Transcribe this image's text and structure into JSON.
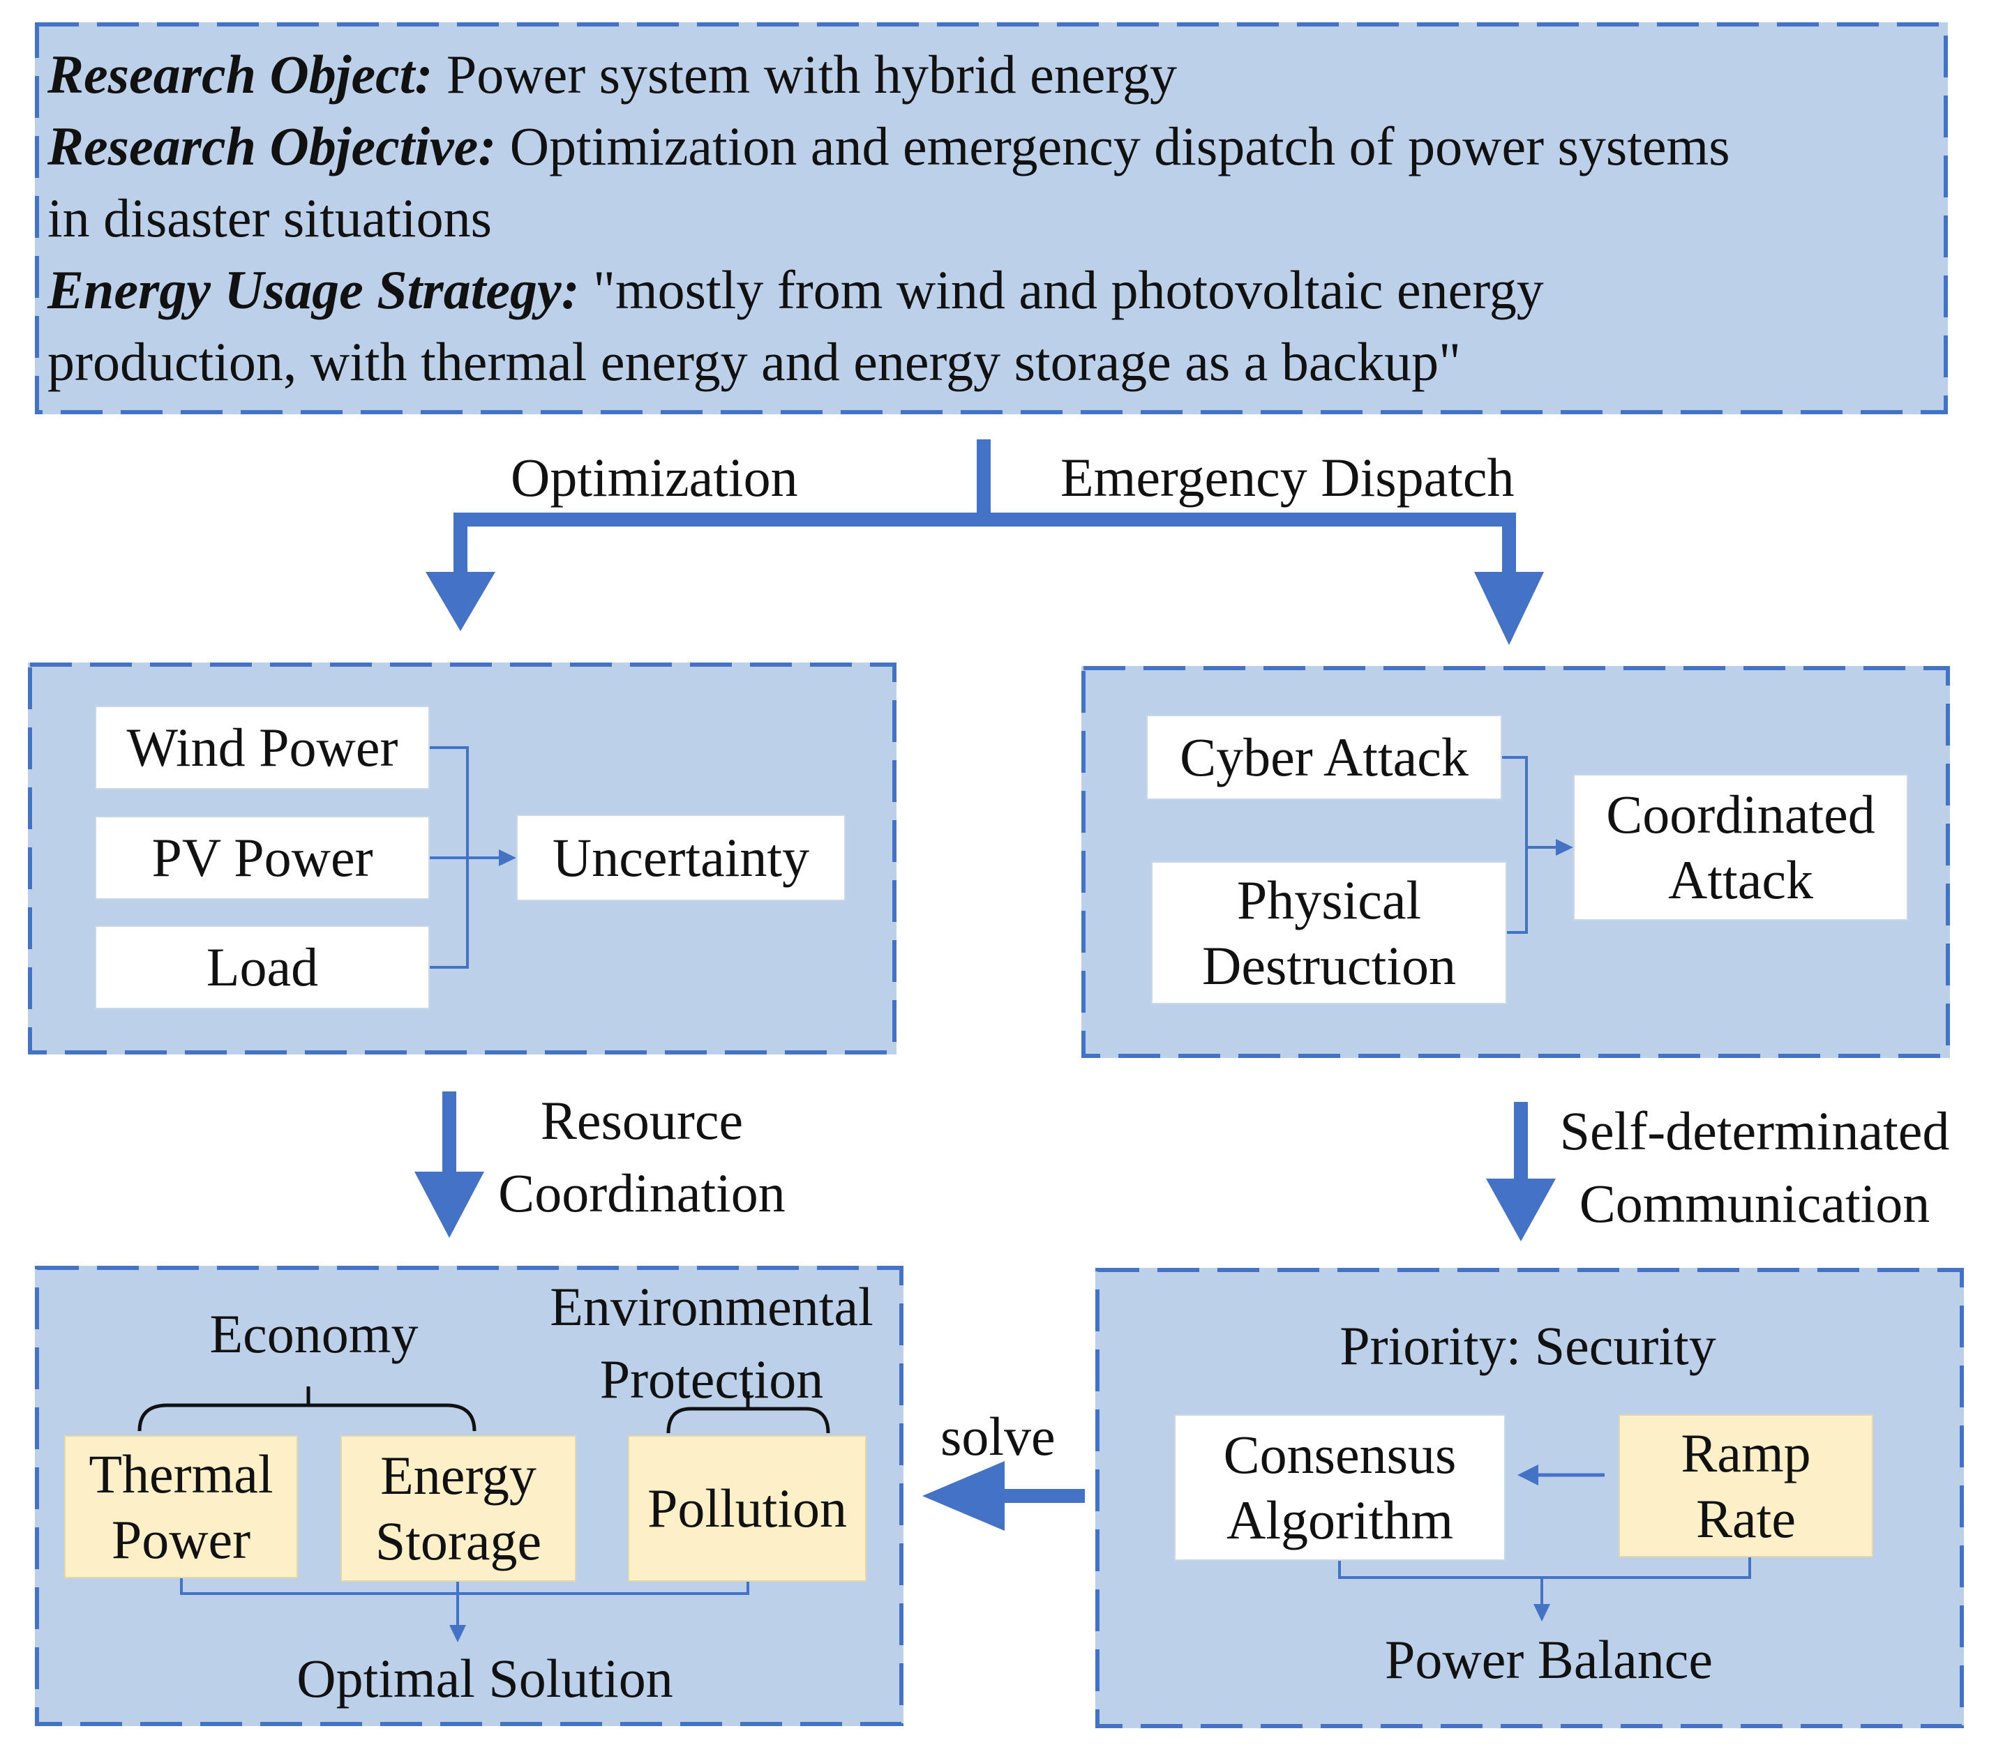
{
  "header": {
    "object_label": "Research Object:",
    "object_text": " Power system with hybrid energy",
    "objective_label": "Research Objective:",
    "objective_text": " Optimization and emergency dispatch of power systems",
    "objective_text_2": "in disaster situations",
    "strategy_label": "Energy Usage Strategy:",
    "strategy_text": " \"mostly from wind and photovoltaic energy",
    "strategy_text_2": "production, with thermal energy and energy storage as a backup\""
  },
  "branches": {
    "left": "Optimization",
    "right": "Emergency Dispatch"
  },
  "uncertainty_panel": {
    "inputs": [
      "Wind Power",
      "PV Power",
      "Load"
    ],
    "output": "Uncertainty"
  },
  "attack_panel": {
    "cyber": "Cyber Attack",
    "physical": [
      "Physical",
      "Destruction"
    ],
    "coordinated": [
      "Coordinated",
      "Attack"
    ]
  },
  "transitions": {
    "left": [
      "Resource",
      "Coordination"
    ],
    "right": [
      "Self-determinated",
      "Communication"
    ],
    "solve": "solve"
  },
  "optimization_panel": {
    "economy": "Economy",
    "environment": [
      "Environmental",
      "Protection"
    ],
    "thermal": [
      "Thermal",
      "Power"
    ],
    "storage": [
      "Energy",
      "Storage"
    ],
    "pollution": "Pollution",
    "result": "Optimal Solution"
  },
  "security_panel": {
    "priority": "Priority: Security",
    "consensus": [
      "Consensus",
      "Algorithm"
    ],
    "ramp": [
      "Ramp",
      "Rate"
    ],
    "result": "Power Balance"
  },
  "colors": {
    "panel_fill": "#bcd0ea",
    "dash_border": "#4472c4",
    "arrow": "#4472c4",
    "highlight_box": "#fdf0c8"
  }
}
